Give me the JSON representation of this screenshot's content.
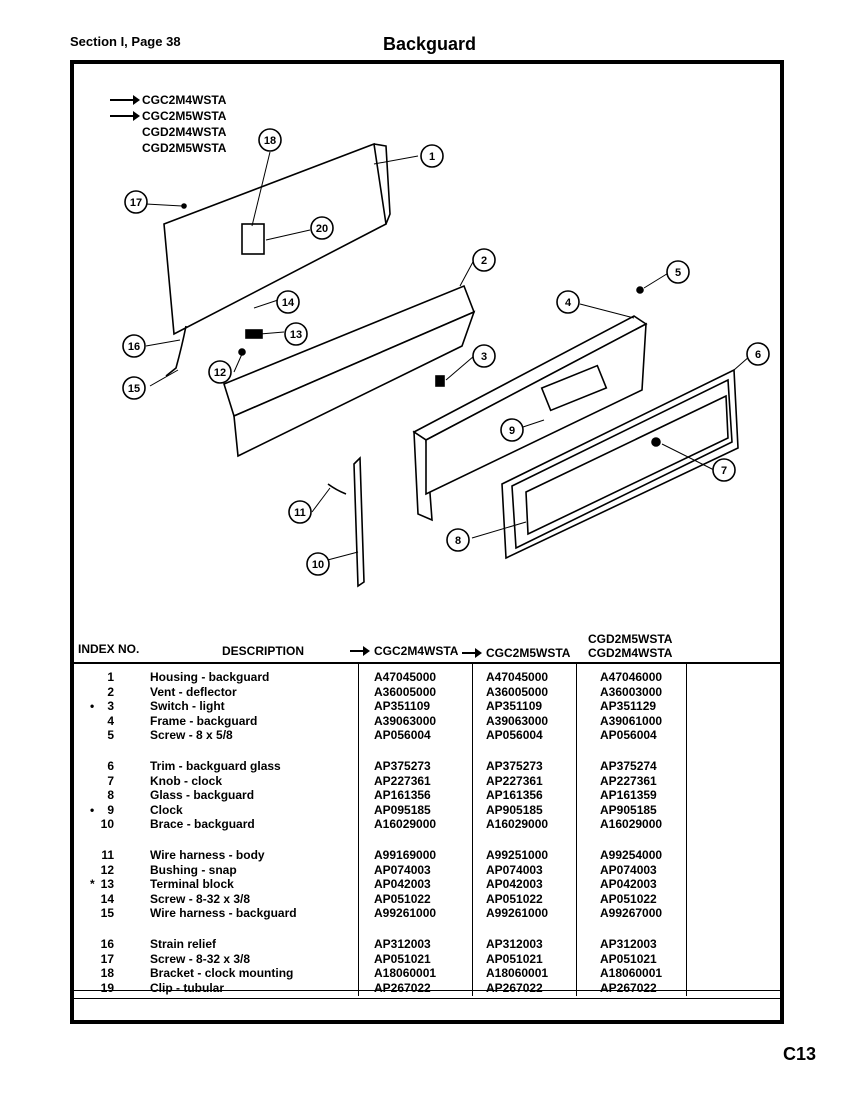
{
  "header": {
    "section": "Section I, Page 38",
    "title": "Backguard"
  },
  "models": [
    {
      "label": "CGC2M4WSTA",
      "arrow": true
    },
    {
      "label": "CGC2M5WSTA",
      "arrow": true
    },
    {
      "label": "CGD2M4WSTA",
      "arrow": false
    },
    {
      "label": "CGD2M5WSTA",
      "arrow": false
    }
  ],
  "callouts": [
    "1",
    "2",
    "3",
    "4",
    "5",
    "6",
    "7",
    "8",
    "9",
    "10",
    "11",
    "12",
    "13",
    "14",
    "15",
    "16",
    "17",
    "18",
    "20"
  ],
  "table": {
    "headers": {
      "index": "INDEX NO.",
      "description": "DESCRIPTION",
      "col1": "CGC2M4WSTA",
      "col2": "CGC2M5WSTA",
      "col3_top": "CGD2M5WSTA",
      "col3_bottom": "CGD2M4WSTA"
    },
    "rows": [
      {
        "mark": "",
        "idx": "1",
        "desc": "Housing - backguard",
        "m1": "A47045000",
        "m2": "A47045000",
        "m3": "A47046000"
      },
      {
        "mark": "",
        "idx": "2",
        "desc": "Vent - deflector",
        "m1": "A36005000",
        "m2": "A36005000",
        "m3": "A36003000"
      },
      {
        "mark": "•",
        "idx": "3",
        "desc": "Switch - light",
        "m1": "AP351109",
        "m2": "AP351109",
        "m3": "AP351129"
      },
      {
        "mark": "",
        "idx": "4",
        "desc": "Frame - backguard",
        "m1": "A39063000",
        "m2": "A39063000",
        "m3": "A39061000"
      },
      {
        "mark": "",
        "idx": "5",
        "desc": "Screw - 8 x 5/8",
        "m1": "AP056004",
        "m2": "AP056004",
        "m3": "AP056004"
      },
      {
        "mark": "",
        "idx": "6",
        "desc": "Trim - backguard glass",
        "m1": "AP375273",
        "m2": "AP375273",
        "m3": "AP375274"
      },
      {
        "mark": "",
        "idx": "7",
        "desc": "Knob - clock",
        "m1": "AP227361",
        "m2": "AP227361",
        "m3": "AP227361"
      },
      {
        "mark": "",
        "idx": "8",
        "desc": "Glass - backguard",
        "m1": "AP161356",
        "m2": "AP161356",
        "m3": "AP161359"
      },
      {
        "mark": "•",
        "idx": "9",
        "desc": "Clock",
        "m1": "AP095185",
        "m2": "AP905185",
        "m3": "AP905185"
      },
      {
        "mark": "",
        "idx": "10",
        "desc": "Brace - backguard",
        "m1": "A16029000",
        "m2": "A16029000",
        "m3": "A16029000"
      },
      {
        "mark": "",
        "idx": "11",
        "desc": "Wire harness - body",
        "m1": "A99169000",
        "m2": "A99251000",
        "m3": "A99254000"
      },
      {
        "mark": "",
        "idx": "12",
        "desc": "Bushing - snap",
        "m1": "AP074003",
        "m2": "AP074003",
        "m3": "AP074003"
      },
      {
        "mark": "*",
        "idx": "13",
        "desc": "Terminal block",
        "m1": "AP042003",
        "m2": "AP042003",
        "m3": "AP042003"
      },
      {
        "mark": "",
        "idx": "14",
        "desc": "Screw - 8-32 x 3/8",
        "m1": "AP051022",
        "m2": "AP051022",
        "m3": "AP051022"
      },
      {
        "mark": "",
        "idx": "15",
        "desc": "Wire harness - backguard",
        "m1": "A99261000",
        "m2": "A99261000",
        "m3": "A99267000"
      },
      {
        "mark": "",
        "idx": "16",
        "desc": "Strain relief",
        "m1": "AP312003",
        "m2": "AP312003",
        "m3": "AP312003"
      },
      {
        "mark": "",
        "idx": "17",
        "desc": "Screw - 8-32 x 3/8",
        "m1": "AP051021",
        "m2": "AP051021",
        "m3": "AP051021"
      },
      {
        "mark": "",
        "idx": "18",
        "desc": "Bracket - clock mounting",
        "m1": "A18060001",
        "m2": "A18060001",
        "m3": "A18060001"
      },
      {
        "mark": "",
        "idx": "19",
        "desc": "Clip - tubular",
        "m1": "AP267022",
        "m2": "AP267022",
        "m3": "AP267022"
      }
    ]
  },
  "footer": {
    "code": "C13"
  }
}
